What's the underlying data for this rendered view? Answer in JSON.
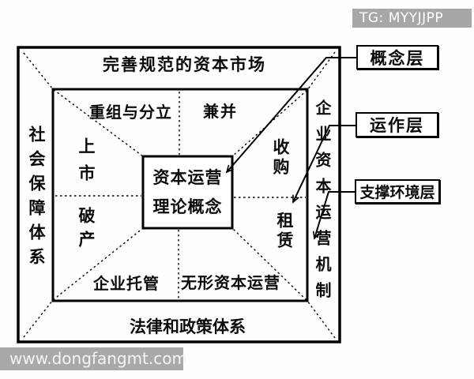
{
  "badge": {
    "text": "TG: MYYJJPP"
  },
  "watermark": {
    "text": "www.dongfangmt.com"
  },
  "colors": {
    "badge_gray": "#a7a7a7",
    "watermark_gray": "#a9a9a9",
    "line_black": "#000000",
    "background": "#fefefe"
  },
  "diagram": {
    "center": {
      "line1": "资本运营",
      "line2": "理论概念"
    },
    "ring": {
      "top": "完善规范的资本市场",
      "left": "社会保障体系",
      "right": "企业资本运营机制",
      "bottom": "法律和政策体系"
    },
    "inner": {
      "top_left": "重组与分立",
      "top_right": "兼并",
      "left_upper": "上市",
      "left_lower": "破产",
      "right_upper": "收购",
      "right_lower": "租赁",
      "bottom_left": "企业托管",
      "bottom_right": "无形资本运营"
    },
    "layers": [
      {
        "label": "概念层"
      },
      {
        "label": "运作层"
      },
      {
        "label": "支撑环境层"
      }
    ]
  }
}
